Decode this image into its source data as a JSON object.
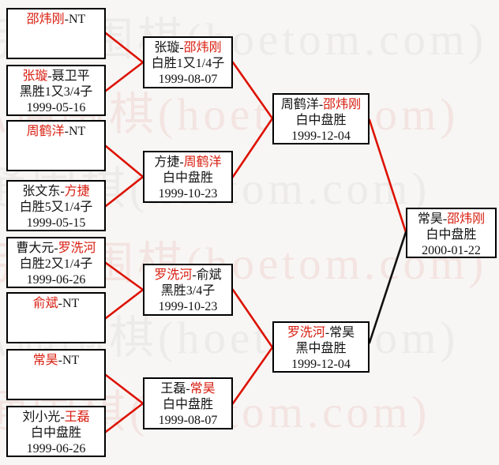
{
  "watermark": {
    "text": "弘通围棋(hoetom.com)"
  },
  "ui": {
    "separator": "-"
  },
  "colors": {
    "winner_red": "#d81e10",
    "line_red": "#dd1100",
    "line_black": "#111111",
    "box_border": "#000000",
    "background": "#f7f6f4"
  },
  "bracket": {
    "round1": [
      {
        "p1": "邵炜刚",
        "p2": "NT",
        "winner": "邵炜刚",
        "result": "",
        "date": ""
      },
      {
        "p1": "张璇",
        "p2": "聂卫平",
        "winner": "张璇",
        "result": "黑胜1又3/4子",
        "date": "1999-05-16"
      },
      {
        "p1": "周鹤洋",
        "p2": "NT",
        "winner": "周鹤洋",
        "result": "",
        "date": ""
      },
      {
        "p1": "张文东",
        "p2": "方捷",
        "winner": "方捷",
        "result": "白胜5又1/4子",
        "date": "1999-05-15"
      },
      {
        "p1": "曹大元",
        "p2": "罗洗河",
        "winner": "罗洗河",
        "result": "白胜2又1/4子",
        "date": "1999-06-26"
      },
      {
        "p1": "俞斌",
        "p2": "NT",
        "winner": "俞斌",
        "result": "",
        "date": ""
      },
      {
        "p1": "常昊",
        "p2": "NT",
        "winner": "常昊",
        "result": "",
        "date": ""
      },
      {
        "p1": "刘小光",
        "p2": "王磊",
        "winner": "王磊",
        "result": "白中盘胜",
        "date": "1999-06-26"
      }
    ],
    "round2": [
      {
        "p1": "张璇",
        "p2": "邵炜刚",
        "winner": "邵炜刚",
        "result": "白胜1又1/4子",
        "date": "1999-08-07"
      },
      {
        "p1": "方捷",
        "p2": "周鹤洋",
        "winner": "周鹤洋",
        "result": "白中盘胜",
        "date": "1999-10-23"
      },
      {
        "p1": "罗洗河",
        "p2": "俞斌",
        "winner": "罗洗河",
        "result": "黑胜3/4子",
        "date": "1999-10-23"
      },
      {
        "p1": "王磊",
        "p2": "常昊",
        "winner": "常昊",
        "result": "白中盘胜",
        "date": "1999-08-07"
      }
    ],
    "semifinals": [
      {
        "p1": "周鹤洋",
        "p2": "邵炜刚",
        "winner": "邵炜刚",
        "result": "白中盘胜",
        "date": "1999-12-04"
      },
      {
        "p1": "罗洗河",
        "p2": "常昊",
        "winner": "罗洗河",
        "result": "黑中盘胜",
        "date": "1999-12-04"
      }
    ],
    "final": {
      "p1": "常昊",
      "p2": "邵炜刚",
      "winner": "邵炜刚",
      "result": "白中盘胜",
      "date": "2000-01-22"
    }
  }
}
